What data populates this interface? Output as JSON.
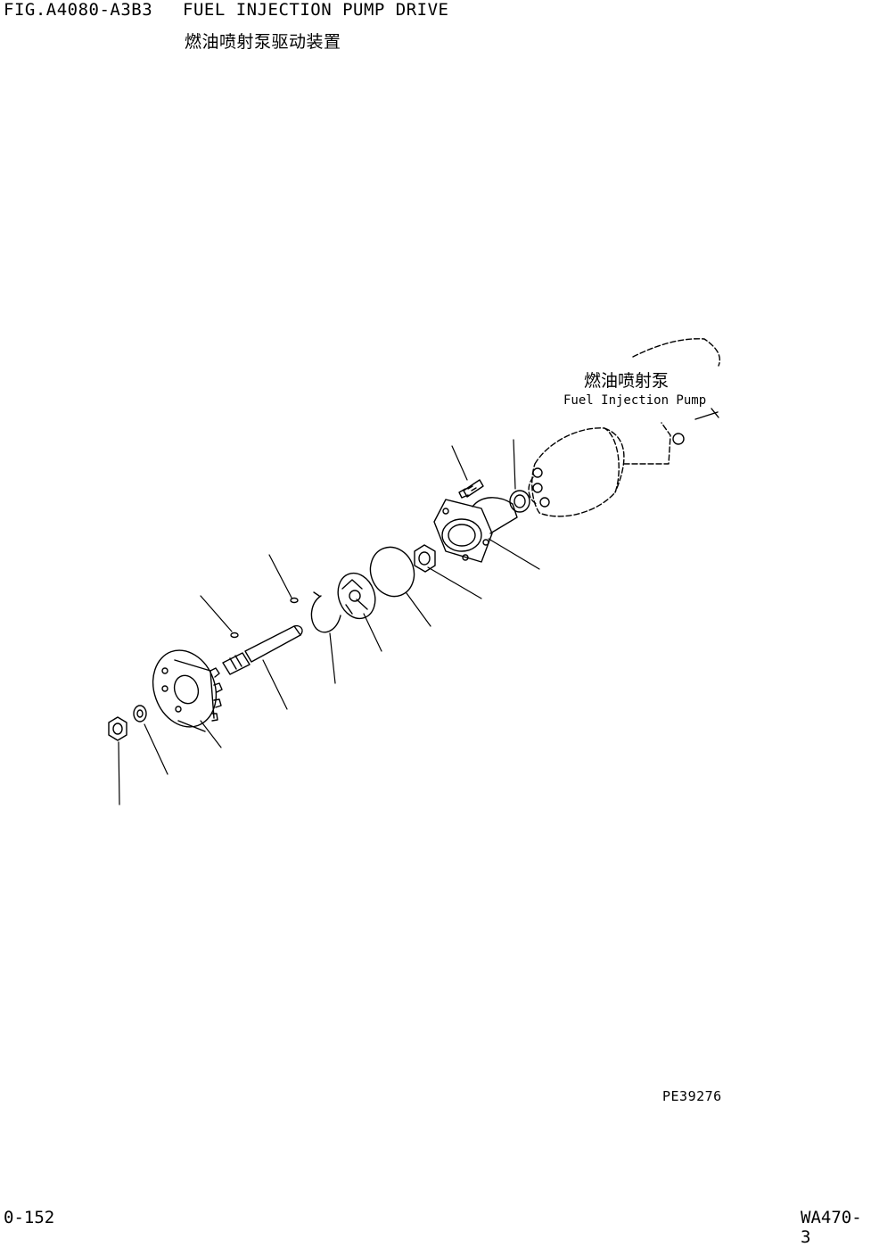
{
  "header": {
    "figure_code": "FIG.A4080-A3B3",
    "title": "FUEL INJECTION PUMP DRIVE",
    "title_cn": "燃油喷射泵驱动装置"
  },
  "diagram": {
    "pump_label_cn": "燃油喷射泵",
    "pump_label_en": "Fuel Injection Pump",
    "reference": "PE39276"
  },
  "footer": {
    "page": "0-152",
    "model": "WA470-3"
  }
}
